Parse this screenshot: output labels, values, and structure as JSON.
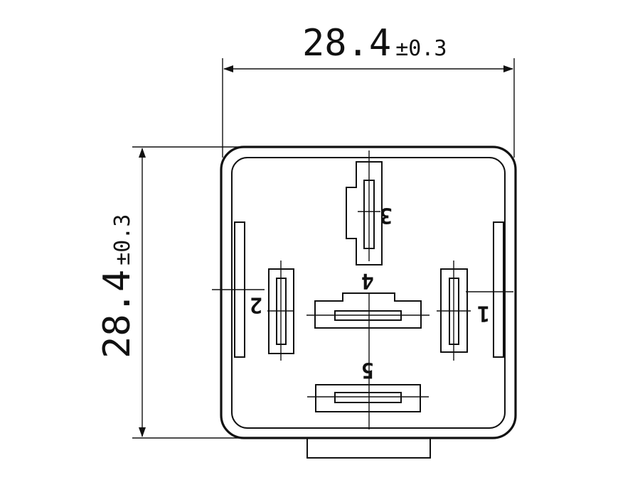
{
  "dimensions": {
    "width": {
      "value": "28.4",
      "tolerance": "±0.3"
    },
    "height": {
      "value": "28.4",
      "tolerance": "±0.3"
    }
  },
  "pins": [
    {
      "label": "3"
    },
    {
      "label": "4"
    },
    {
      "label": "2"
    },
    {
      "label": "1"
    },
    {
      "label": "5"
    }
  ]
}
